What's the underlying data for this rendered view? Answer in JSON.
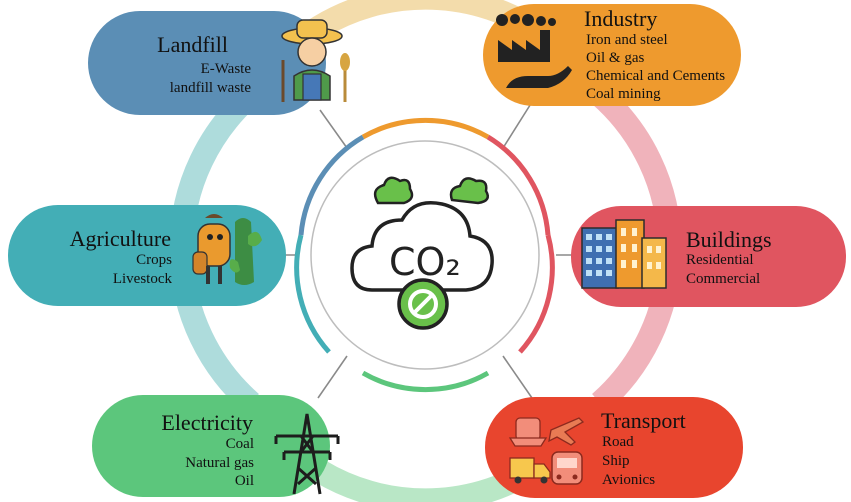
{
  "center": {
    "label": "CO₂",
    "icon": "co2-cloud-no-icon"
  },
  "sectors": {
    "landfill": {
      "title": "Landfill",
      "items": [
        "E-Waste",
        "landfill waste"
      ],
      "color": "#5b8eb5",
      "icon": "farmer-icon"
    },
    "industry": {
      "title": "Industry",
      "items": [
        "Iron and steel",
        "Oil & gas",
        "Chemical and Cements",
        "Coal mining"
      ],
      "color": "#ee9a2e",
      "icon": "factory-icon"
    },
    "agriculture": {
      "title": "Agriculture",
      "items": [
        "Crops",
        "Livestock"
      ],
      "color": "#43aeb6",
      "icon": "crop-character-icon"
    },
    "buildings": {
      "title": "Buildings",
      "items": [
        "Residential",
        "Commercial"
      ],
      "color": "#e05560",
      "icon": "buildings-icon"
    },
    "electricity": {
      "title": "Electricity",
      "items": [
        "Coal",
        "Natural gas",
        "Oil"
      ],
      "color": "#5cc67c",
      "icon": "power-tower-icon"
    },
    "transport": {
      "title": "Transport",
      "items": [
        "Road",
        "Ship",
        "Avionics"
      ],
      "color": "#e8452e",
      "icon": "vehicles-icon"
    }
  },
  "ring_colors": {
    "top": "#f3dcab",
    "right": "#f0b3bb",
    "left": "#aedcdc",
    "bottom": "#b9e7c6"
  }
}
